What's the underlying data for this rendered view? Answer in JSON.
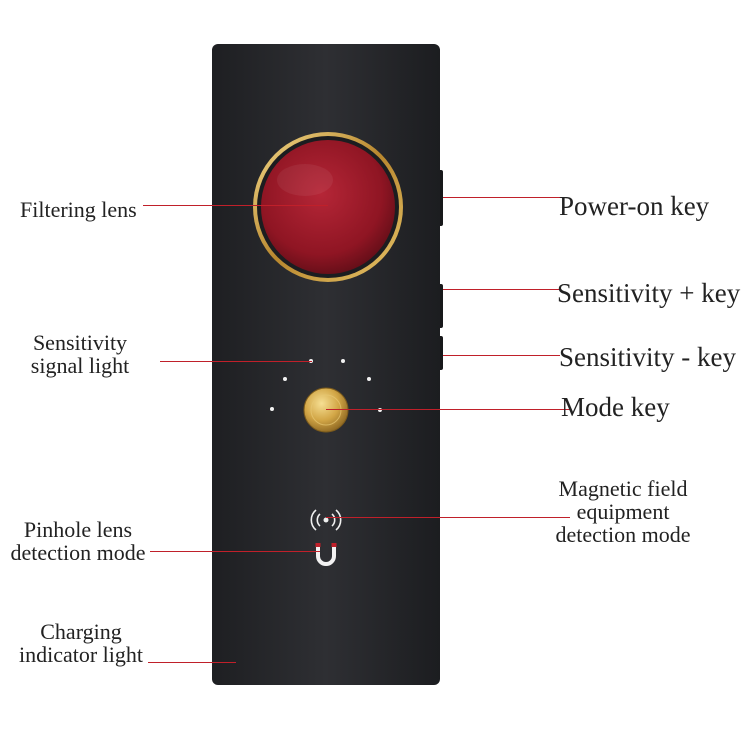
{
  "labels": {
    "filtering_lens": "Filtering lens",
    "sensitivity_signal_light": [
      "Sensitivity",
      "signal light"
    ],
    "pinhole_lens_detection_mode": [
      "Pinhole lens",
      "detection mode"
    ],
    "charging_indicator_light": [
      "Charging",
      "indicator light"
    ],
    "power_on_key": "Power-on key",
    "sensitivity_plus_key": "Sensitivity + key",
    "sensitivity_minus_key": "Sensitivity - key",
    "mode_key": "Mode key",
    "magnetic_field_detection_mode": [
      "Magnetic field",
      "equipment",
      "detection mode"
    ]
  },
  "colors": {
    "device_body": "#2a2b2e",
    "lens_red": "#9e1a2a",
    "gold_ring": "#c9a14a",
    "leader_line": "#c0202a"
  },
  "icons": {
    "pinhole_mode": "wireless-signal-icon",
    "magnetic_mode": "magnet-icon"
  }
}
